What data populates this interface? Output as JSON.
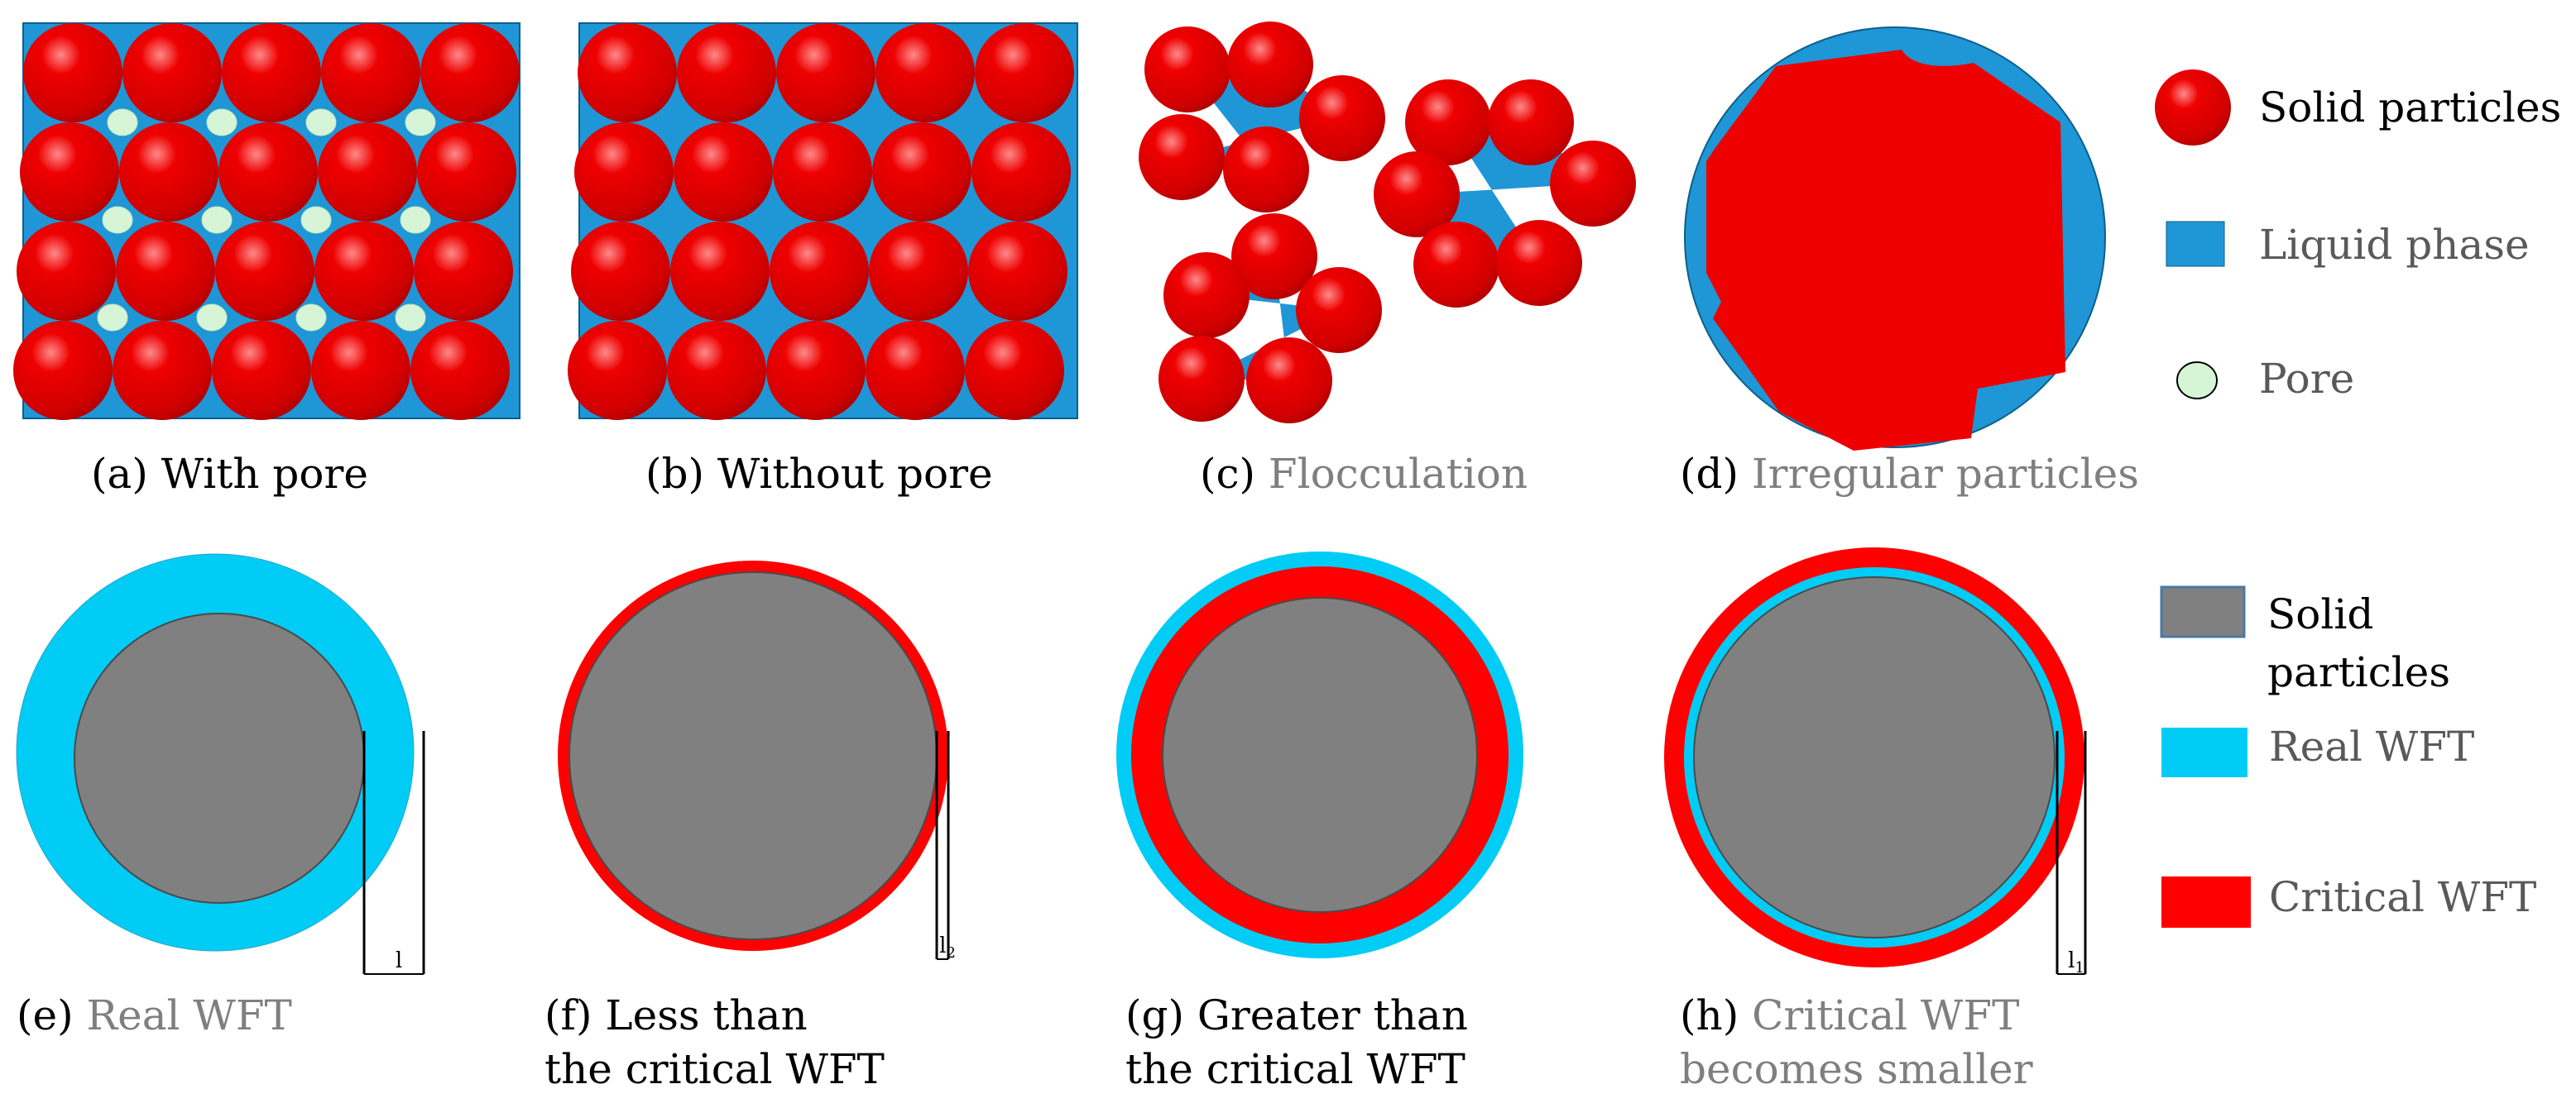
{
  "colors": {
    "solid_red": "#ee0000",
    "solid_red_dark": "#b30000",
    "liquid_blue": "#1f96d6",
    "pore_green": "#d6f5d6",
    "pore_stroke": "#3aa05a",
    "gray_solid": "#808080",
    "real_wft_cyan": "#00ccf5",
    "critical_wft_red": "#ff0000",
    "caption_dark": "#000000",
    "caption_gray": "#7f7f7f",
    "legend_dark": "#000000",
    "legend_gray": "#595959"
  },
  "top_panels": [
    {
      "id": "a",
      "label": "(a)",
      "text": "With pore",
      "text_color": "dark"
    },
    {
      "id": "b",
      "label": "(b)",
      "text": "Without pore",
      "text_color": "dark"
    },
    {
      "id": "c",
      "label": "(c)",
      "text": "Flocculation",
      "text_color": "gray"
    },
    {
      "id": "d",
      "label": "(d)",
      "text": "Irregular particles",
      "text_color": "gray"
    }
  ],
  "bottom_panels": [
    {
      "id": "e",
      "label": "(e)",
      "line1": "Real WFT",
      "line2": "",
      "text_color": "gray",
      "dim_label": "l",
      "dim_sub": ""
    },
    {
      "id": "f",
      "label": "(f)",
      "line1": "Less than",
      "line2": "the critical WFT",
      "text_color": "dark",
      "dim_label": "l",
      "dim_sub": "2"
    },
    {
      "id": "g",
      "label": "(g)",
      "line1": "Greater than",
      "line2": "the critical WFT",
      "text_color": "dark",
      "dim_label": "",
      "dim_sub": ""
    },
    {
      "id": "h",
      "label": "(h)",
      "line1": "Critical WFT",
      "line2": "becomes smaller",
      "text_color": "gray",
      "dim_label": "l",
      "dim_sub": "1"
    }
  ],
  "legend_top": [
    {
      "icon": "red-sphere",
      "text": "Solid particles",
      "text_color": "dark"
    },
    {
      "icon": "blue-square",
      "text": "Liquid phase",
      "text_color": "gray"
    },
    {
      "icon": "green-pore",
      "text": "Pore",
      "text_color": "gray"
    }
  ],
  "legend_bottom": [
    {
      "icon": "gray-square",
      "line1": "Solid",
      "line2": "particles",
      "text_color": "dark"
    },
    {
      "icon": "cyan-rect",
      "line1": "Real WFT",
      "line2": "",
      "text_color": "gray"
    },
    {
      "icon": "red-rect",
      "line1": "Critical WFT",
      "line2": "",
      "text_color": "gray"
    }
  ]
}
